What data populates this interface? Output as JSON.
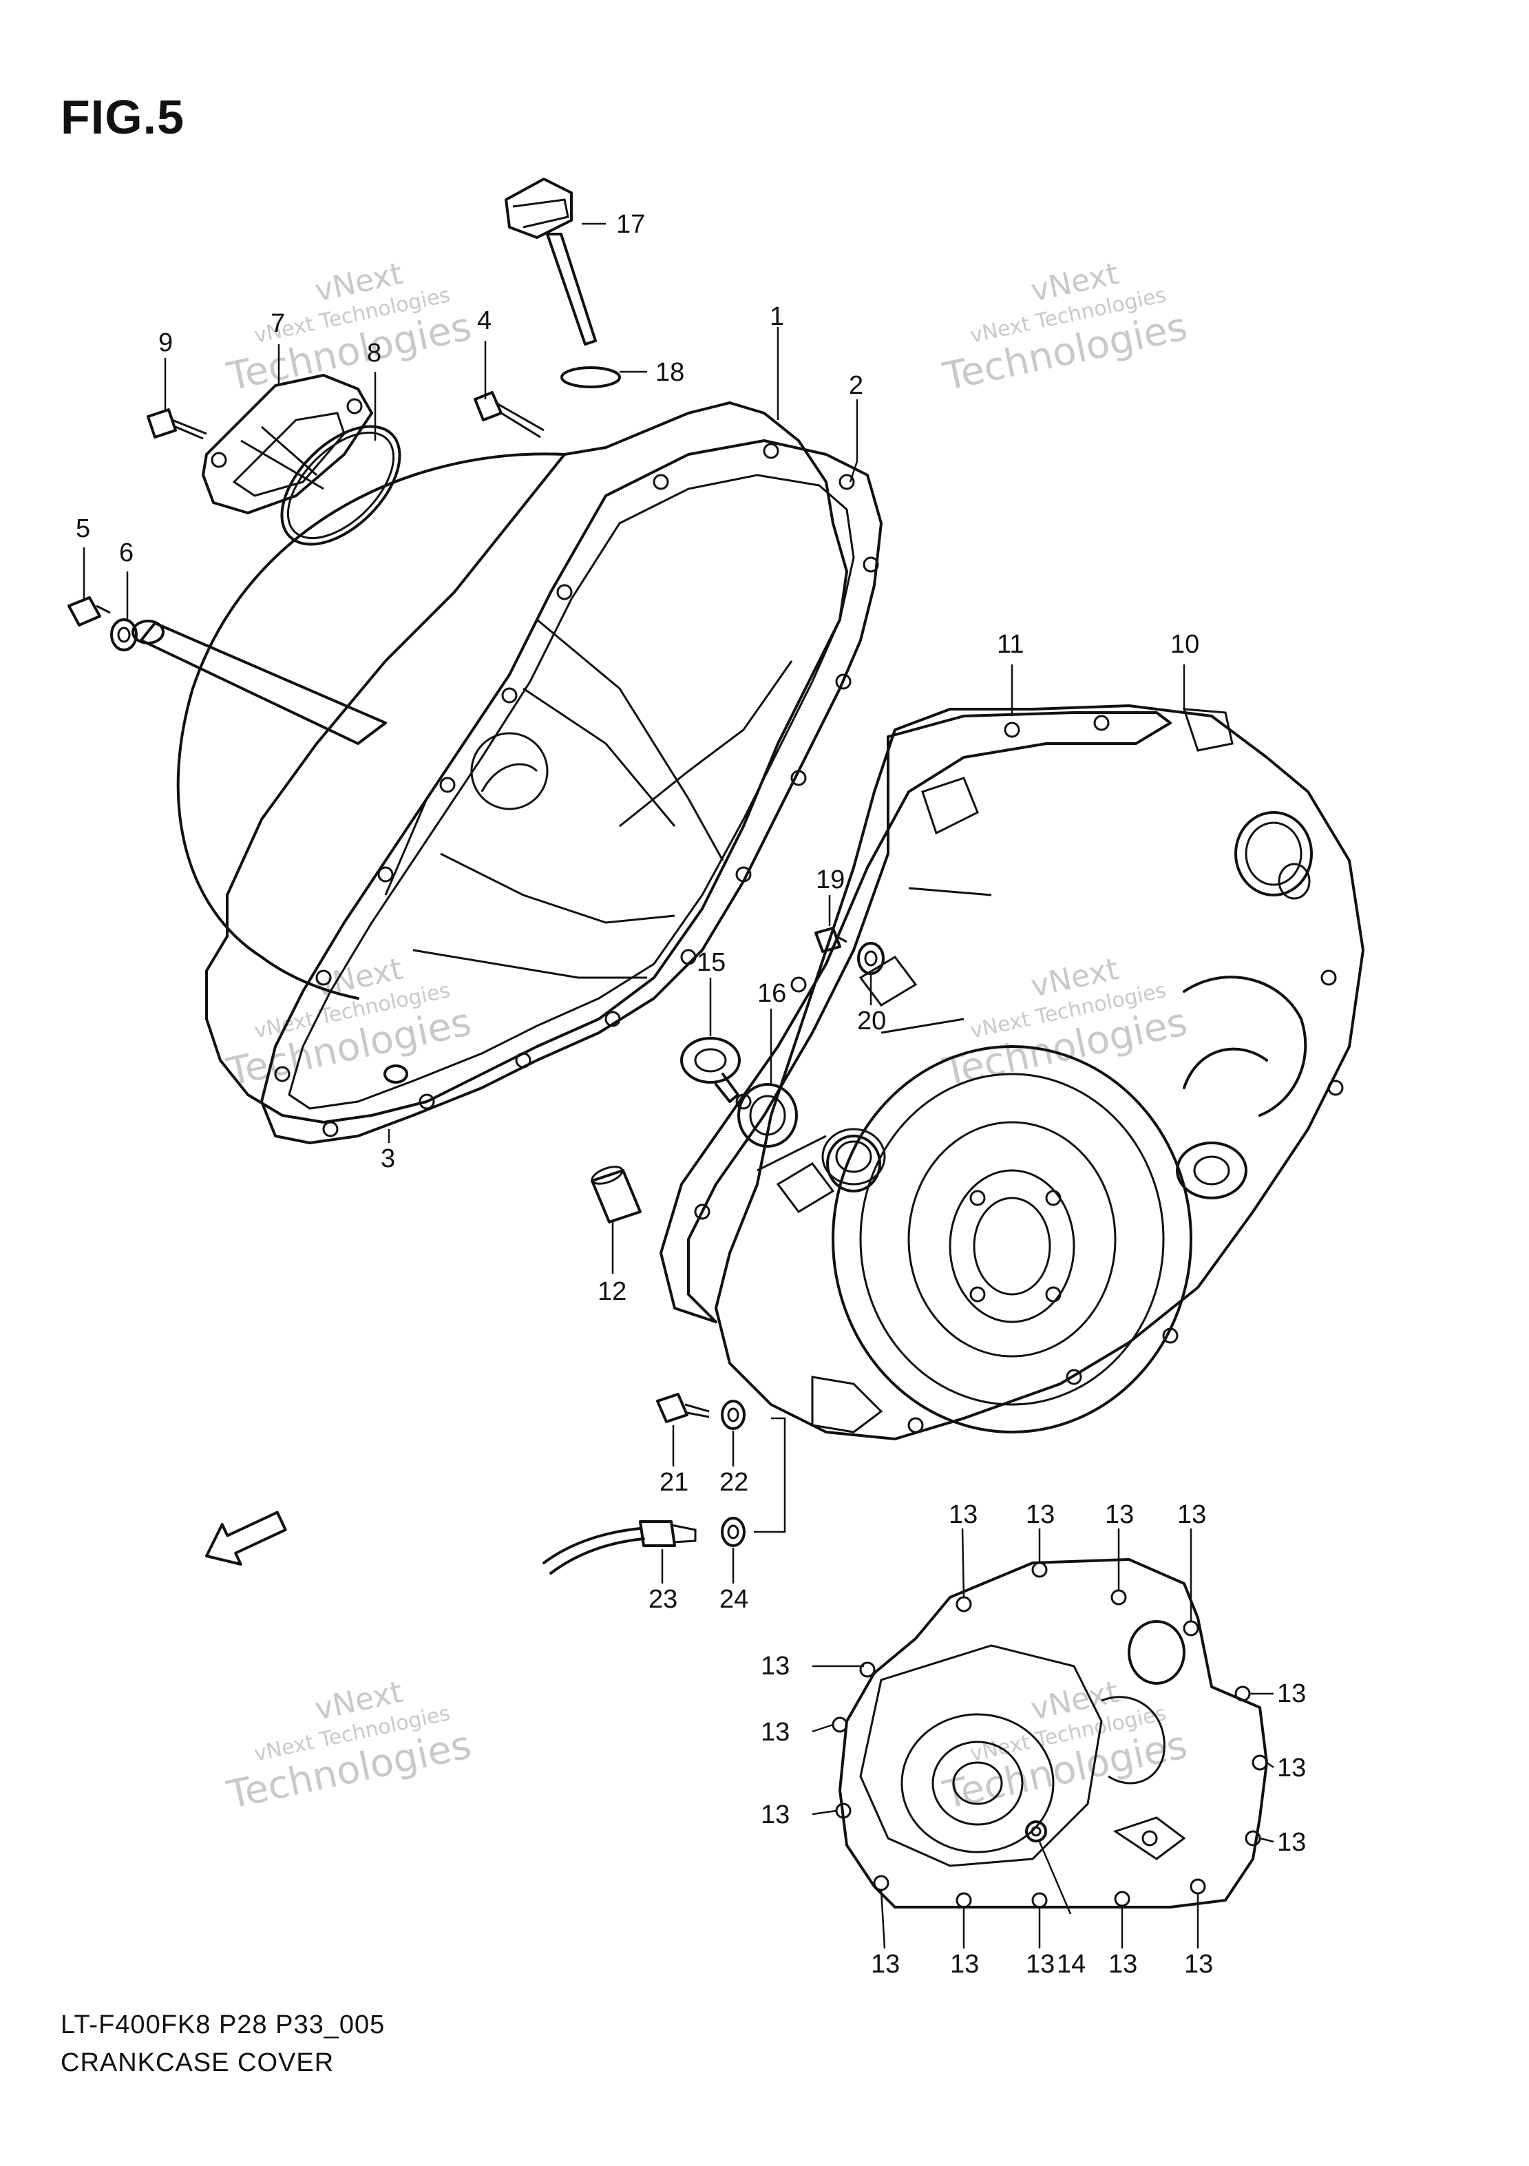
{
  "figure": {
    "title": "FIG.5",
    "code": "LT-F400FK8 P28 P33_005",
    "name": "CRANKCASE COVER"
  },
  "watermark": {
    "line1": "vNext",
    "line2": "vNext Technologies",
    "line3": "Technologies"
  },
  "fwd_label": "FWD",
  "callouts": {
    "c1": "1",
    "c2": "2",
    "c3": "3",
    "c4": "4",
    "c5": "5",
    "c6": "6",
    "c7": "7",
    "c8": "8",
    "c9": "9",
    "c10": "10",
    "c11": "11",
    "c12": "12",
    "c14": "14",
    "c15": "15",
    "c16": "16",
    "c17": "17",
    "c18": "18",
    "c19": "19",
    "c20": "20",
    "c21": "21",
    "c22": "22",
    "c23": "23",
    "c24": "24",
    "c13": "13"
  },
  "colors": {
    "line": "#111111",
    "watermark": "#c9c9c9"
  }
}
